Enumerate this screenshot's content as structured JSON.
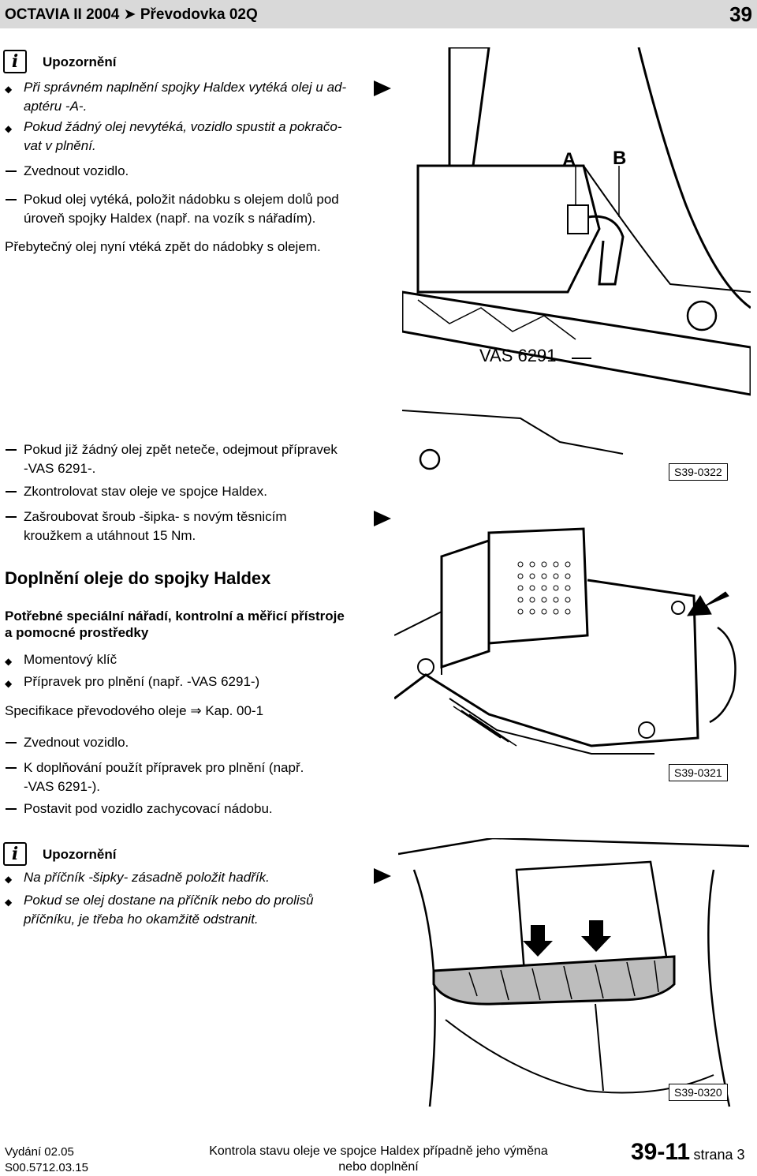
{
  "header": {
    "title": "OCTAVIA II 2004 ➤ Převodovka 02Q",
    "page": "39"
  },
  "note1": {
    "icon_name": "info-icon",
    "icon_glyph": "i",
    "title": "Upozornění",
    "bullets": [
      "Při správném naplnění spojky Haldex vytéká olej u ad-",
      "aptéru -A-.",
      "Pokud žádný olej nevytéká, vozidlo spustit a pokračo-",
      "vat v plnění."
    ]
  },
  "steps1": [
    "Zvednout vozidlo.",
    "Pokud olej vytéká, položit nádobku s olejem dolů pod",
    "úroveň spojky Haldex (např. na vozík s nářadím).",
    "Přebytečný olej nyní vtéká zpět do nádobky s olejem."
  ],
  "steps2": [
    "Pokud již žádný olej zpět neteče, odejmout přípravek",
    "-VAS 6291-.",
    "Zkontrolovat stav oleje ve spojce Haldex.",
    "Zašroubovat šroub -šipka- s novým těsnicím",
    "kroužkem a utáhnout 15 Nm."
  ],
  "section": {
    "heading": "Doplnění oleje do spojky Haldex",
    "subheading_1": "Potřebné speciální nářadí, kontrolní a měřicí přístroje",
    "subheading_2": "a pomocné prostředky",
    "tools": [
      "Momentový klíč",
      "Přípravek pro plnění (např. -VAS 6291-)"
    ],
    "spec_text": "Specifikace převodového oleje",
    "spec_ref": "Kap. 00-1",
    "steps": [
      "Zvednout vozidlo.",
      "K doplňování použít přípravek pro plnění (např.",
      "-VAS 6291-).",
      "Postavit pod vozidlo zachycovací nádobu."
    ]
  },
  "note2": {
    "icon_name": "info-icon",
    "icon_glyph": "i",
    "title": "Upozornění",
    "bullets": [
      "Na příčník -šipky- zásadně položit hadřík.",
      "Pokud se olej dostane na příčník nebo do prolisů",
      "příčníku, je třeba ho okamžitě odstranit."
    ]
  },
  "figures": {
    "fig1": {
      "label": "S39-0322",
      "callout_a": "A",
      "callout_b": "B",
      "tool": "VAS 6291"
    },
    "fig2": {
      "label": "S39-0321"
    },
    "fig3": {
      "label": "S39-0320"
    }
  },
  "footer": {
    "edition": "Vydání 02.05",
    "doc_code": "S00.5712.03.15",
    "title_1": "Kontrola stavu oleje ve spojce Haldex případně jeho výměna",
    "title_2": "nebo doplnění",
    "page_number": "39-11",
    "page_word": "strana 3"
  }
}
